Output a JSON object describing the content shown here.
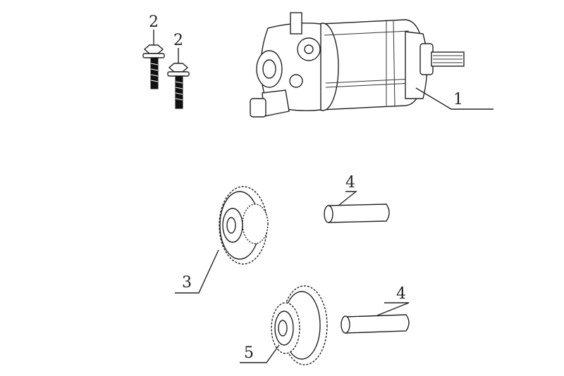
{
  "callouts": [
    {
      "id": "starter-motor",
      "label": "1"
    },
    {
      "id": "bolt-a",
      "label": "2"
    },
    {
      "id": "bolt-b",
      "label": "2"
    },
    {
      "id": "idle-gear",
      "label": "3"
    },
    {
      "id": "shaft-upper",
      "label": "4"
    },
    {
      "id": "shaft-lower",
      "label": "4"
    },
    {
      "id": "reduction-gear",
      "label": "5"
    }
  ]
}
